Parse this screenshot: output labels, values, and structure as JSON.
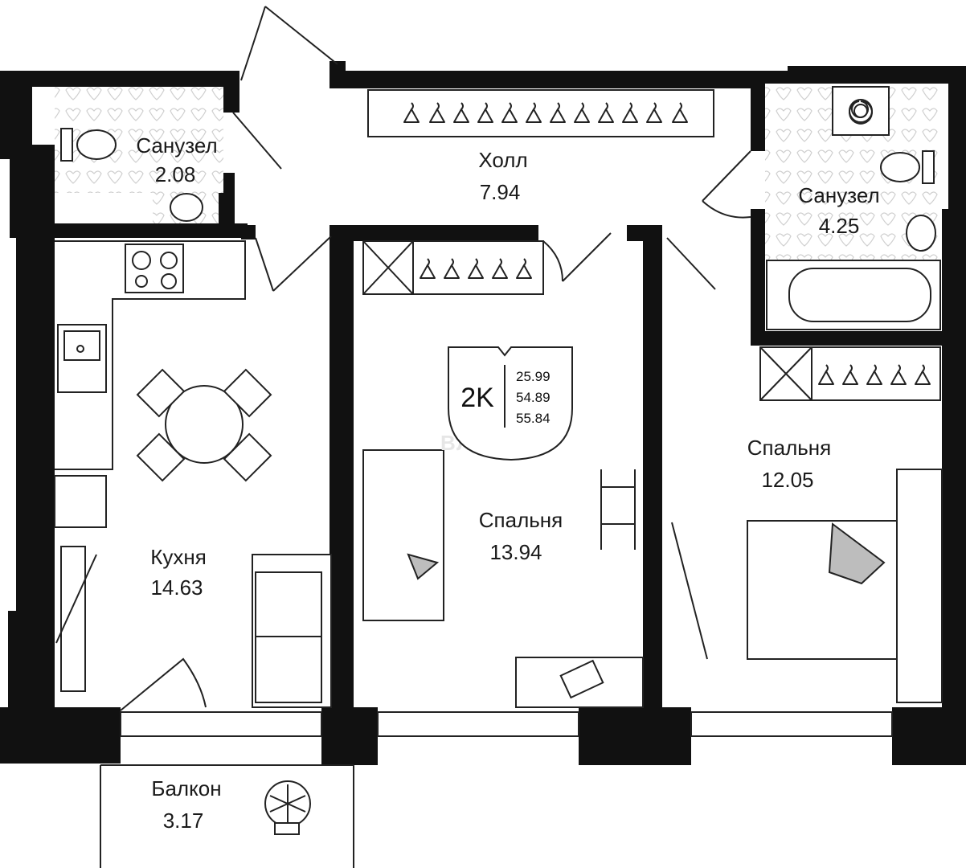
{
  "rooms": {
    "bath_small": {
      "name": "Санузел",
      "area": "2.08"
    },
    "hall": {
      "name": "Холл",
      "area": "7.94"
    },
    "bath_large": {
      "name": "Санузел",
      "area": "4.25"
    },
    "kitchen": {
      "name": "Кухня",
      "area": "14.63"
    },
    "bedroom_center": {
      "name": "Спальня",
      "area": "13.94"
    },
    "bedroom_right": {
      "name": "Спальня",
      "area": "12.05"
    },
    "balcony": {
      "name": "Балкон",
      "area": "3.17"
    }
  },
  "badge": {
    "code": "2K",
    "living_area": "25.99",
    "total_area": "54.89",
    "total_with_balcony": "55.84"
  },
  "watermark": "ВЛАДИС",
  "colors": {
    "wall": "#111111",
    "line": "#222222",
    "tile": "#f2f2f2",
    "shade": "#bdbdbd"
  }
}
